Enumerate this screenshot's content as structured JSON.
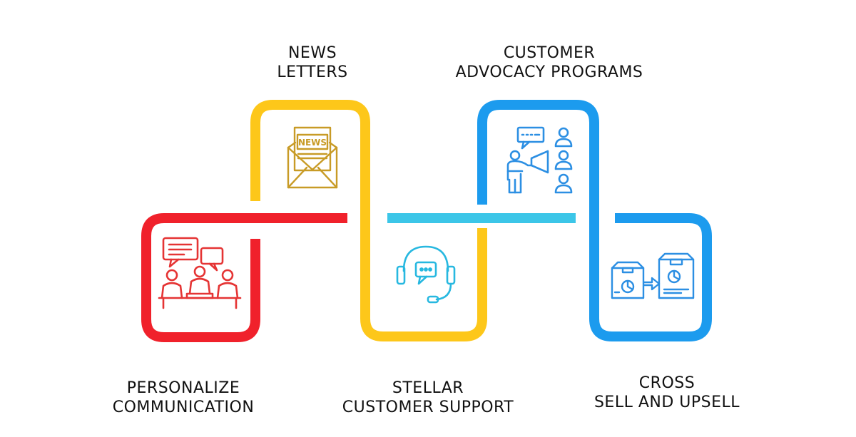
{
  "colors": {
    "red": "#F0212B",
    "yellow": "#FDC71A",
    "cyan": "#3CC6E8",
    "blue": "#1C9BEE",
    "red_icon": "#E53434",
    "gold_icon": "#C89B26",
    "cyan_icon": "#27B8E0",
    "blue_icon": "#2C8FE3"
  },
  "steps": [
    {
      "id": "personalize",
      "lines": [
        "PERSONALIZE",
        "COMMUNICATION"
      ],
      "icon": "group-chat-icon"
    },
    {
      "id": "newsletters",
      "lines": [
        "NEWS",
        "LETTERS"
      ],
      "icon": "newsletter-envelope-icon"
    },
    {
      "id": "support",
      "lines": [
        "STELLAR",
        "CUSTOMER SUPPORT"
      ],
      "icon": "headset-chat-icon"
    },
    {
      "id": "advocacy",
      "lines": [
        "CUSTOMER",
        "ADVOCACY PROGRAMS"
      ],
      "icon": "megaphone-audience-icon"
    },
    {
      "id": "crosssell",
      "lines": [
        "CROSS",
        "SELL AND UPSELL"
      ],
      "icon": "boxes-transfer-icon"
    }
  ],
  "icon_text": {
    "news": "NEWS"
  }
}
